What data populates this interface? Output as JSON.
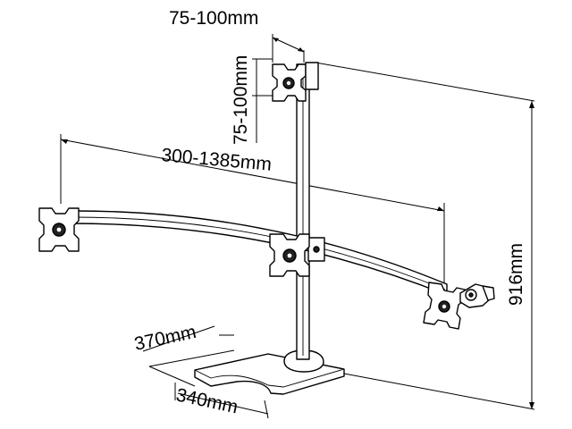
{
  "dimensions": {
    "vesa_horizontal": "75-100mm",
    "vesa_vertical": "75-100mm",
    "arm_span": "300-1385mm",
    "total_height": "916mm",
    "base_depth": "370mm",
    "base_width": "340mm"
  },
  "colors": {
    "line": "#000000",
    "background": "#ffffff"
  }
}
